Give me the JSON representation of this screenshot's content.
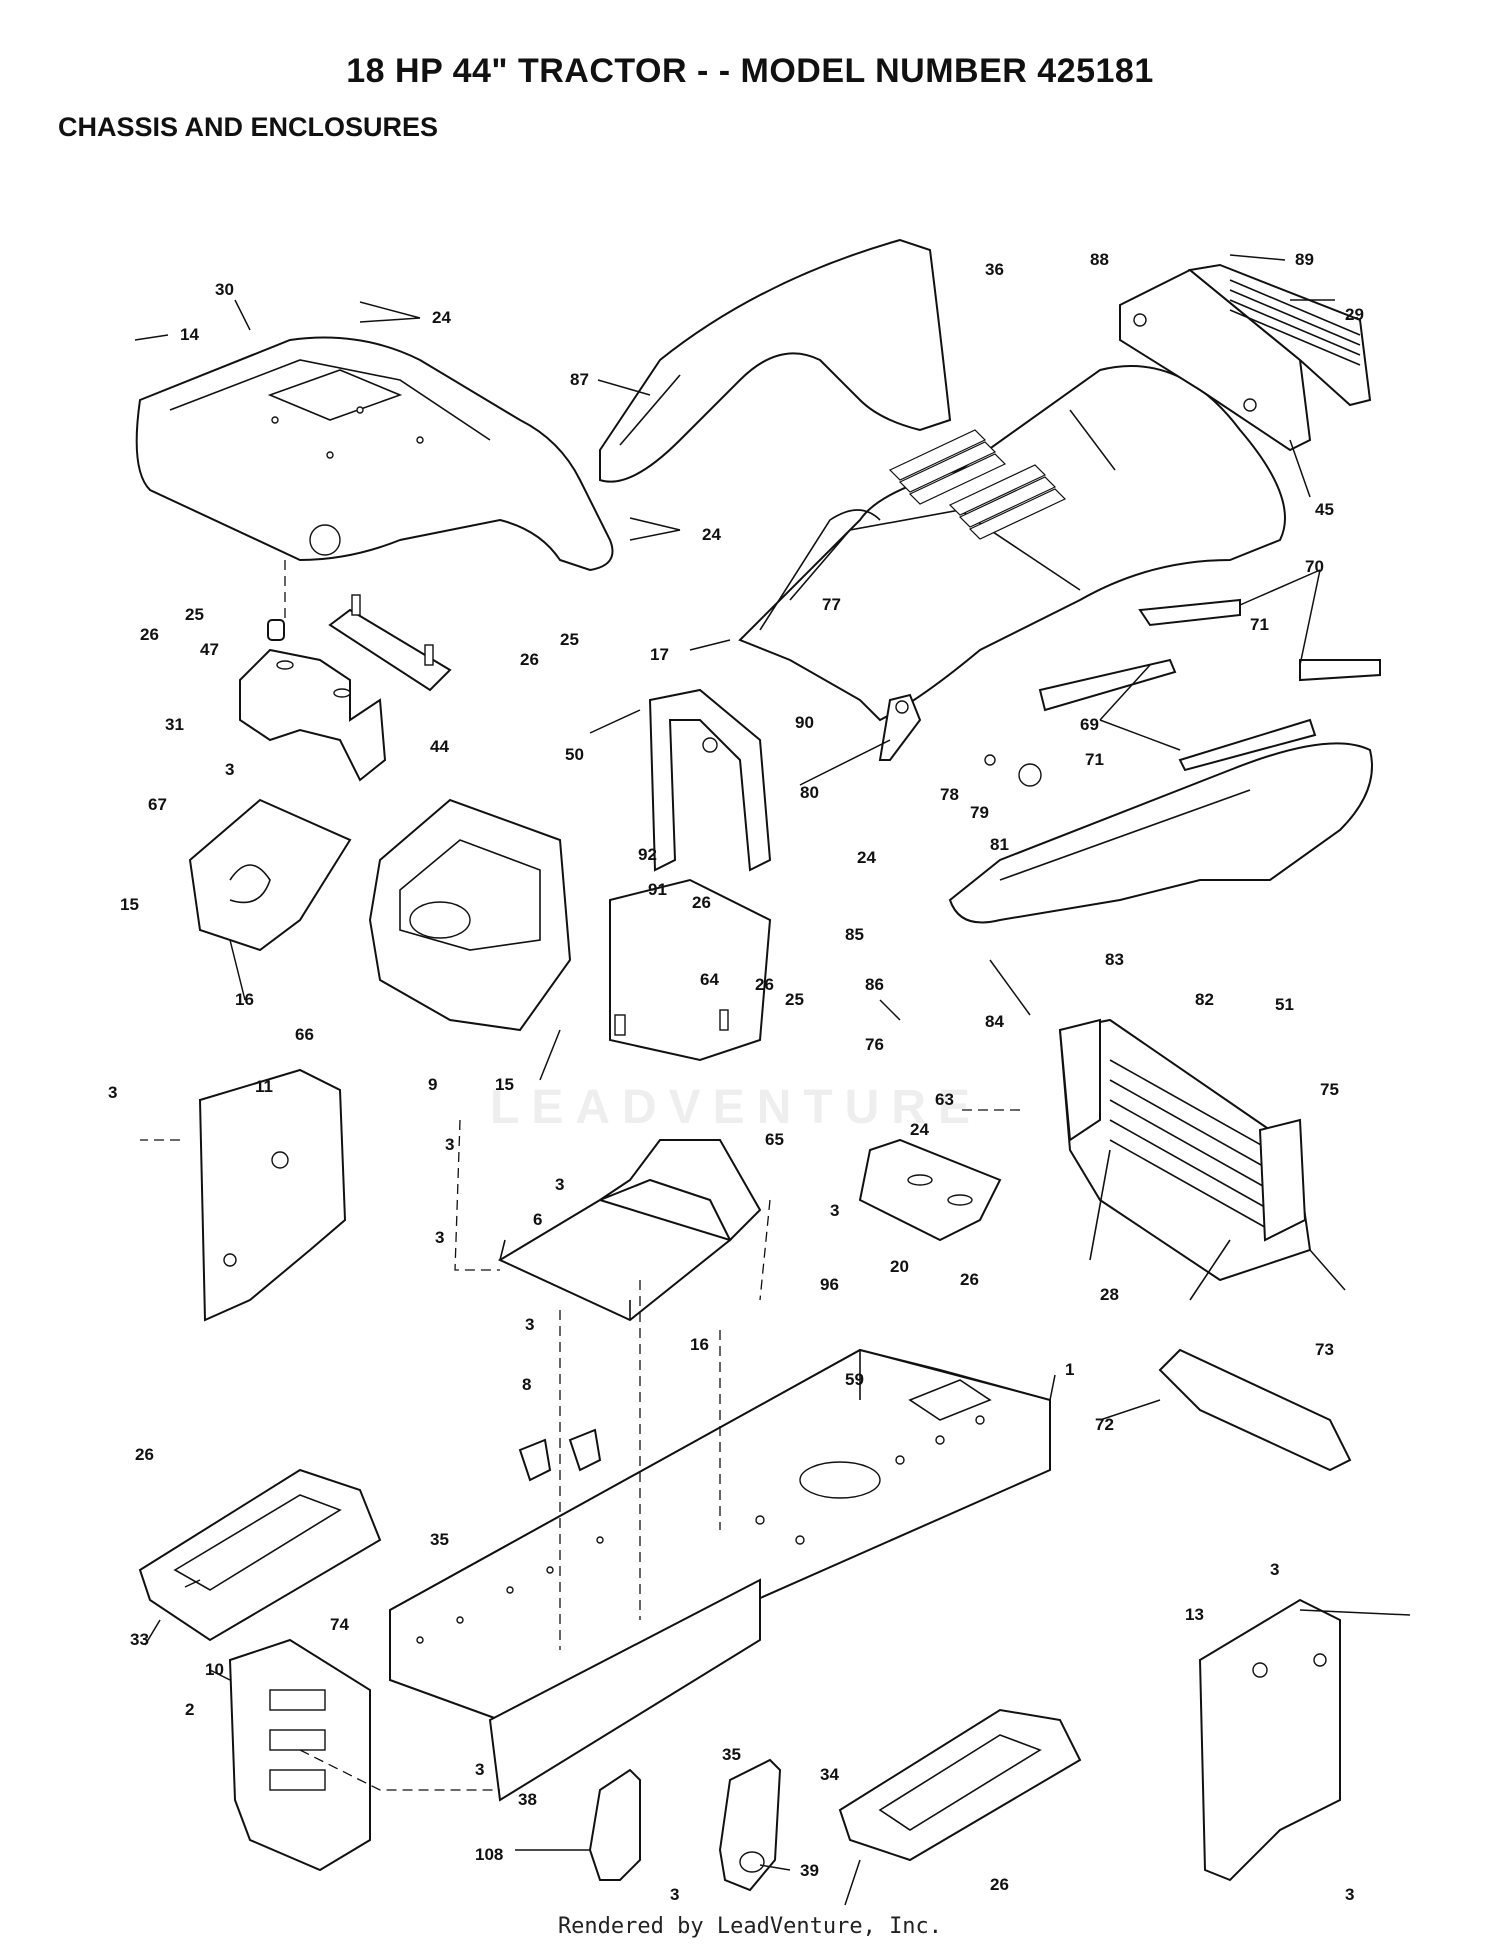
{
  "header": {
    "title": "18 HP 44\" TRACTOR - - MODEL NUMBER  425181",
    "subtitle": "CHASSIS AND ENCLOSURES"
  },
  "footer": {
    "credit": "Rendered by LeadVenture, Inc."
  },
  "watermark": "LEADVENTURE",
  "parts": {
    "p1": "1",
    "p2": "2",
    "p3": "3",
    "p6": "6",
    "p8": "8",
    "p9": "9",
    "p10": "10",
    "p11": "11",
    "p13": "13",
    "p14": "14",
    "p15": "15",
    "p16": "16",
    "p17": "17",
    "p20": "20",
    "p24": "24",
    "p25": "25",
    "p26": "26",
    "p28": "28",
    "p29": "29",
    "p30": "30",
    "p31": "31",
    "p33": "33",
    "p34": "34",
    "p35": "35",
    "p36": "36",
    "p38": "38",
    "p39": "39",
    "p44": "44",
    "p45": "45",
    "p47": "47",
    "p50": "50",
    "p51": "51",
    "p59": "59",
    "p63": "63",
    "p64": "64",
    "p65": "65",
    "p66": "66",
    "p67": "67",
    "p69": "69",
    "p70": "70",
    "p71": "71",
    "p72": "72",
    "p73": "73",
    "p74": "74",
    "p75": "75",
    "p76": "76",
    "p77": "77",
    "p78": "78",
    "p79": "79",
    "p80": "80",
    "p81": "81",
    "p82": "82",
    "p83": "83",
    "p84": "84",
    "p85": "85",
    "p86": "86",
    "p87": "87",
    "p88": "88",
    "p89": "89",
    "p90": "90",
    "p91": "91",
    "p92": "92",
    "p96": "96",
    "p108": "108"
  }
}
